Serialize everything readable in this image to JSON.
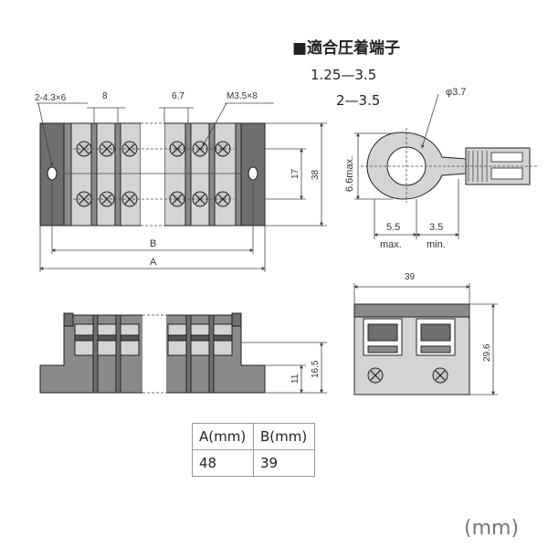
{
  "crimp_terminal": {
    "heading": "■適合圧着端子",
    "spec_1": "1.25—3.5",
    "spec_2": "2—3.5",
    "hole_dia": "φ3.7",
    "height": "6.6max.",
    "width_a": "5.5",
    "width_a_note": "max.",
    "width_b": "3.5",
    "width_b_note": "min."
  },
  "top_view": {
    "mount_hole": "2-4.3×6",
    "pitch": "8",
    "gap": "6.7",
    "screw": "M3.5×8",
    "inner_height": "17",
    "height": "38",
    "dim_b": "B",
    "dim_a": "A"
  },
  "side_view": {
    "h1": "11",
    "h2": "16.5"
  },
  "end_view": {
    "width": "39",
    "height": "29.6"
  },
  "size_table": {
    "headers": [
      "A(mm)",
      "B(mm)"
    ],
    "values": [
      "48",
      "39"
    ]
  },
  "unit_label": "(mm)"
}
